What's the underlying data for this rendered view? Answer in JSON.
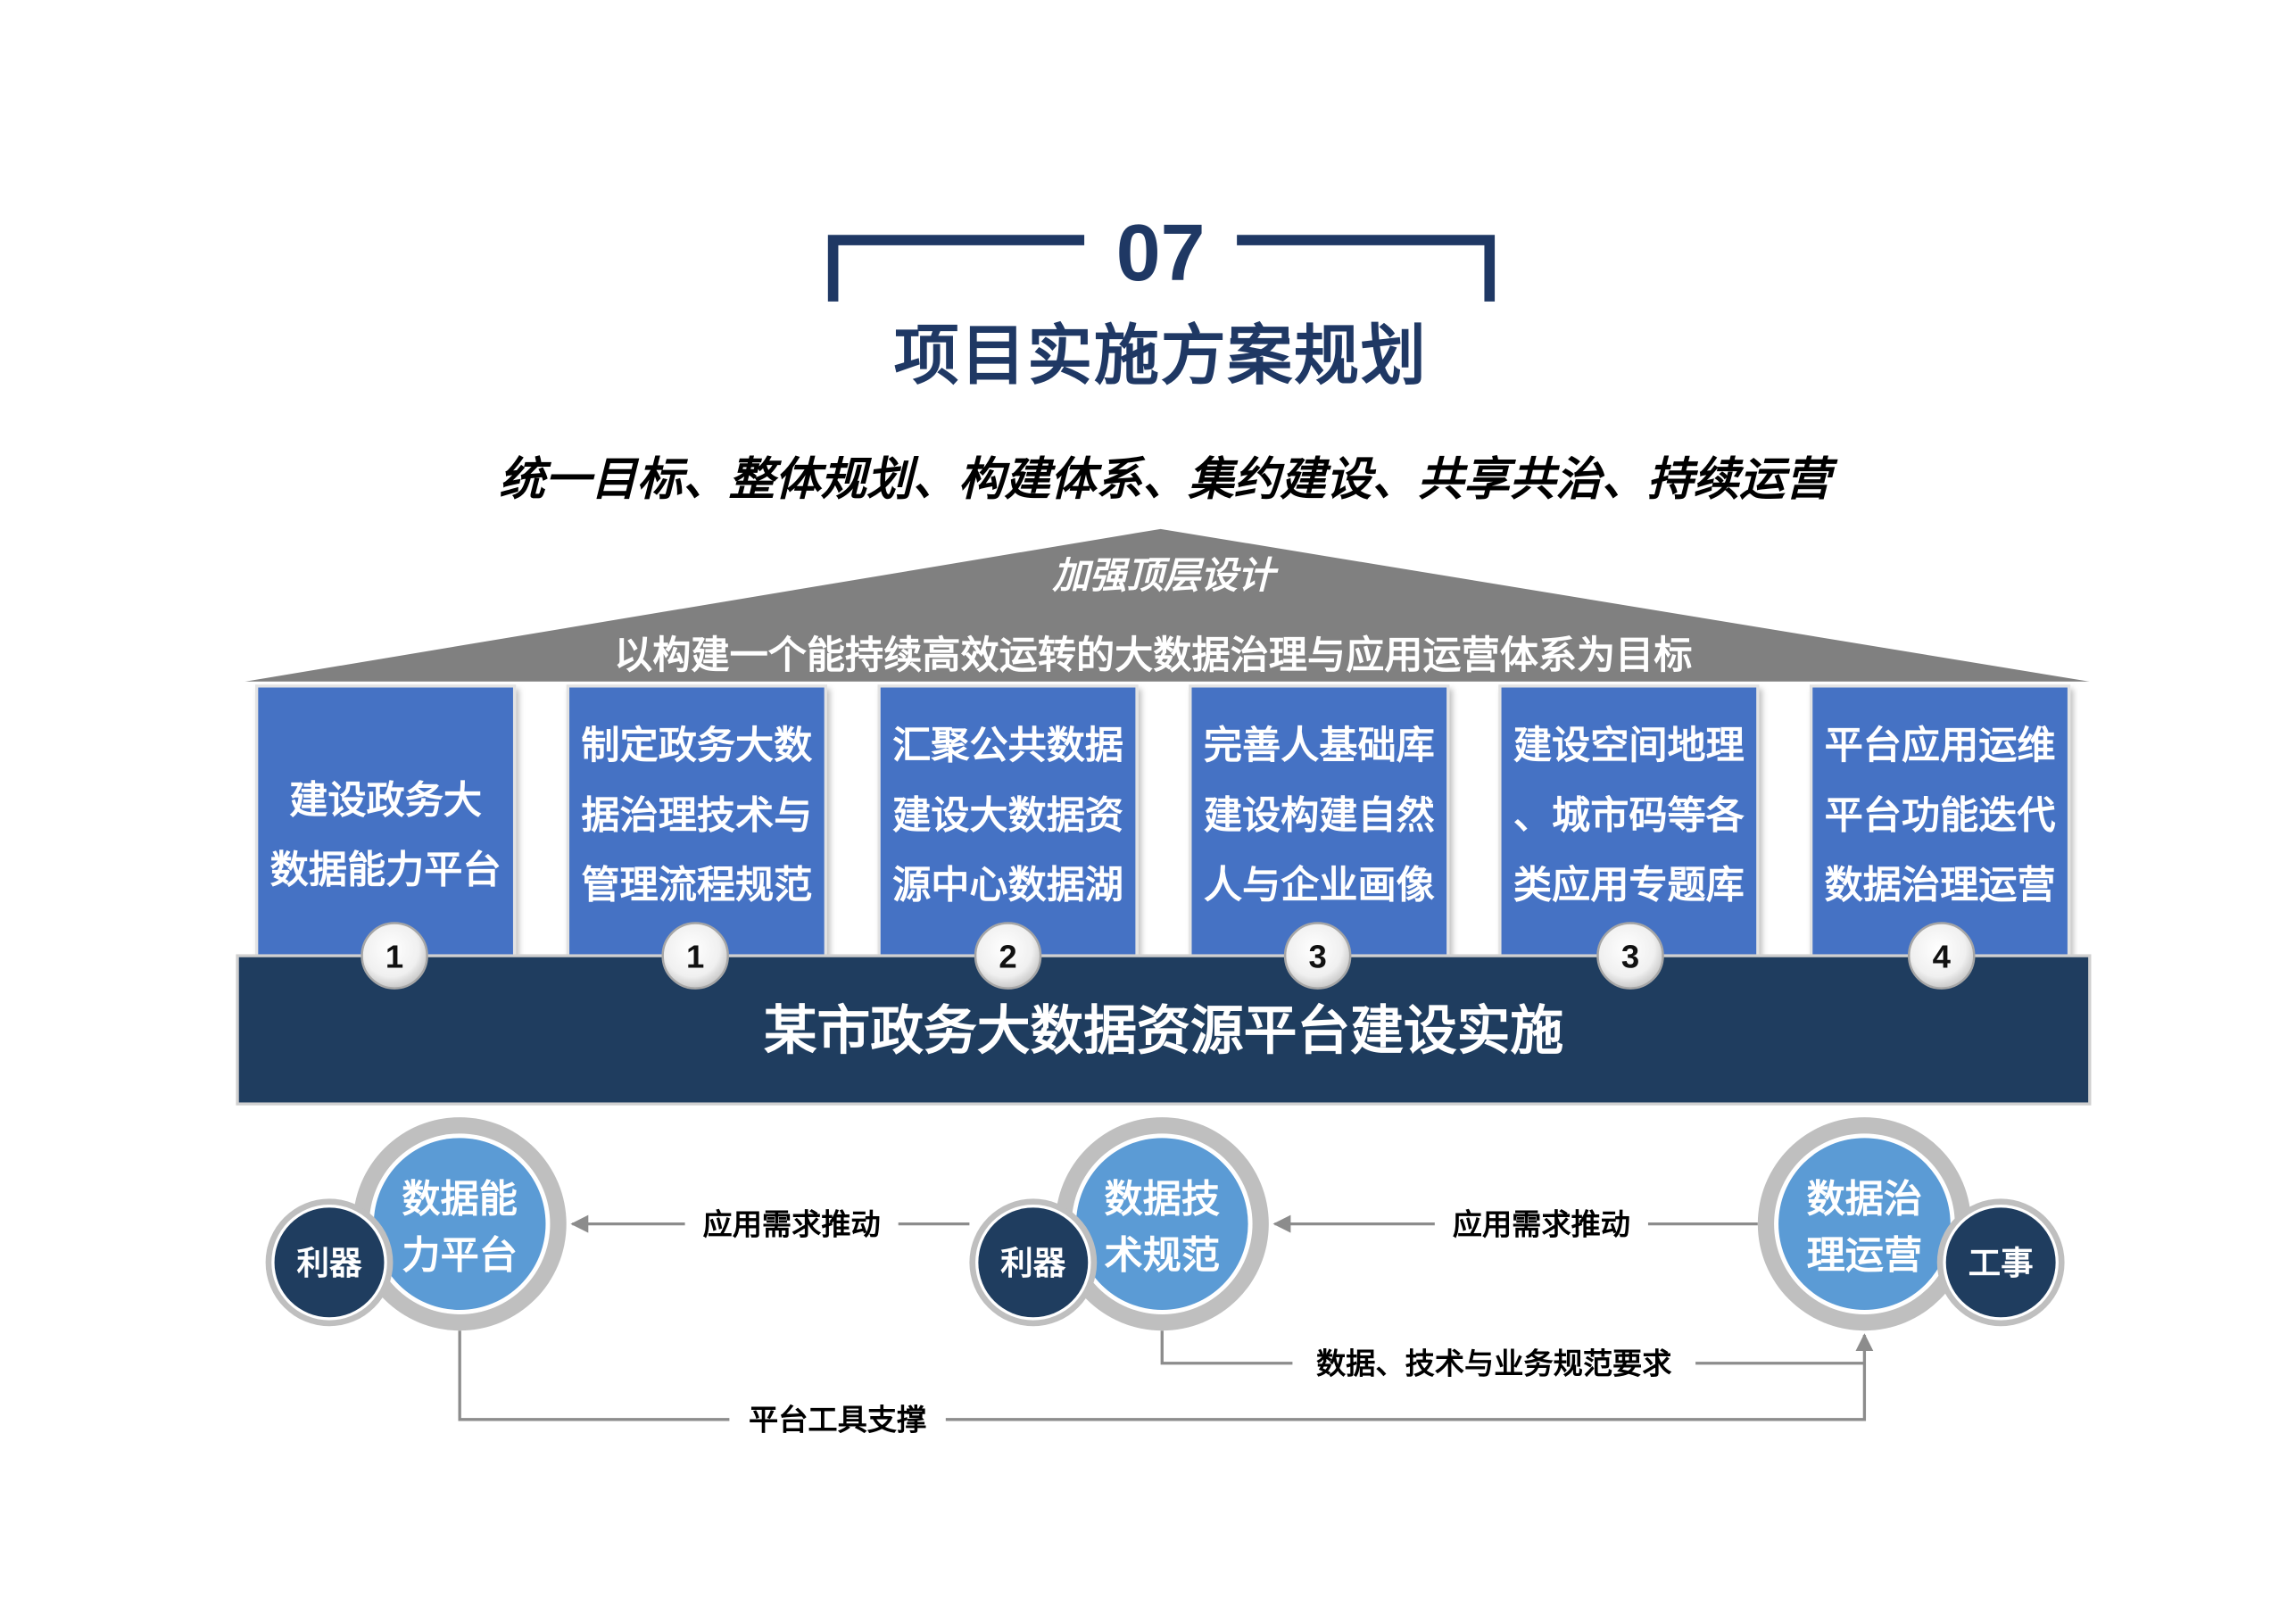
{
  "header": {
    "number": "07",
    "title": "项目实施方案规划",
    "subtitle": "统一目标、整体规划、构建体系、集约建设、共享共治、持续运营"
  },
  "roof": {
    "label": "加强顶层设计",
    "goal": "以构建一个能持续高效运转的大数据治理与应用运营体系为目标"
  },
  "pillars": [
    {
      "lines": [
        "建设政务大",
        "数据能力平台"
      ],
      "number": "1"
    },
    {
      "lines": [
        "制定政务大数",
        "据治理技术与",
        "管理流程规范"
      ],
      "number": "1"
    },
    {
      "lines": [
        "汇聚公共数据",
        "建设大数据资",
        "源中心数据湖"
      ],
      "number": "2"
    },
    {
      "lines": [
        "完善人基础库",
        "建设构建自然",
        "人与企业画像"
      ],
      "number": "3"
    },
    {
      "lines": [
        "建设空间地理",
        "、城市码等各",
        "类应用专题库"
      ],
      "number": "3"
    },
    {
      "lines": [
        "平台应用运维",
        "平台功能迭代",
        "数据治理运营"
      ],
      "number": "4"
    }
  ],
  "foundation": {
    "label": "某市政务大数据资源平台建设实施"
  },
  "cycle": {
    "nodes": [
      {
        "lines": [
          "数据能",
          "力平台"
        ],
        "tag": "利器"
      },
      {
        "lines": [
          "数据技",
          "术规范"
        ],
        "tag": "利器"
      },
      {
        "lines": [
          "数据治",
          "理运营"
        ],
        "tag": "工事"
      }
    ],
    "links": {
      "tech_to_platform": "应用需求推动",
      "ops_to_tech": "应用需求推动",
      "tech_to_ops": "数据、技术与业务规范要求",
      "platform_to_ops": "平台工具支撑"
    }
  },
  "colors": {
    "navy": "#1F3864",
    "roof": "#808080",
    "pillar": "#4472C4",
    "foundation": "#1F3D5F",
    "node": "#5B9BD5",
    "ring": "#BFBFBF",
    "tag": "#1F3D5F",
    "connector": "#8C8C8C"
  }
}
